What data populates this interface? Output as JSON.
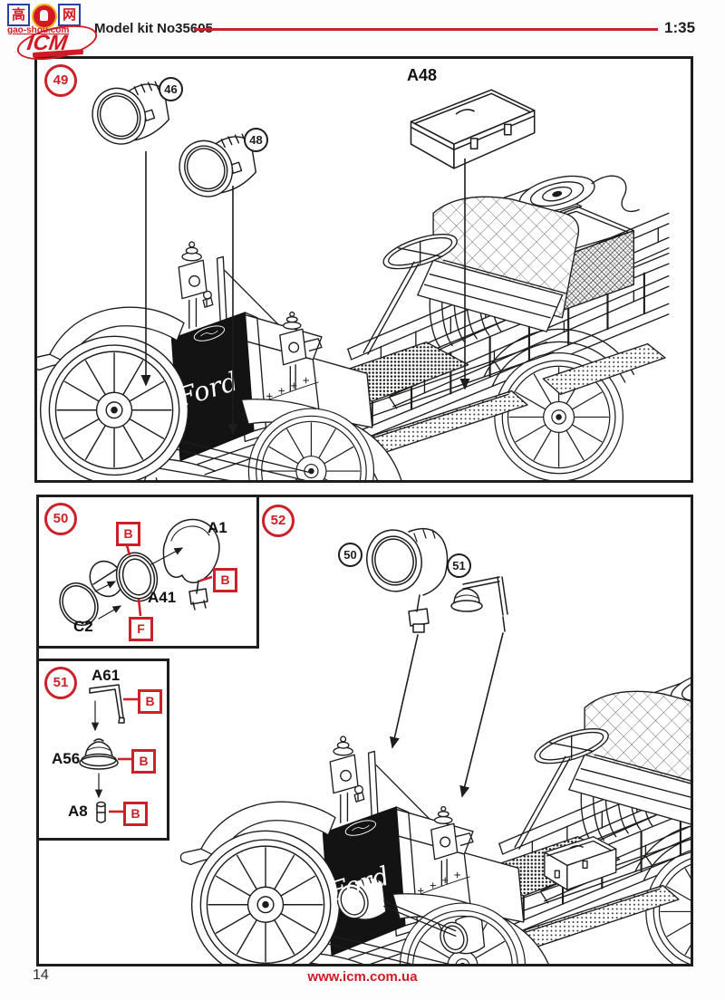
{
  "header": {
    "kit": "Model kit No35605",
    "scale": "1:35"
  },
  "watermark": {
    "char1": "高",
    "char2": "网",
    "site": "gao-shou.com",
    "brand": "ICM"
  },
  "s49": {
    "num": "49",
    "p46": "46",
    "p48": "48",
    "pA48": "A48"
  },
  "s50": {
    "num": "50",
    "a1": "A1",
    "a41": "A41",
    "c2": "C2",
    "m1": "B",
    "m2": "B",
    "m3": "F"
  },
  "s51": {
    "num": "51",
    "a61": "A61",
    "a56": "A56",
    "a8": "A8",
    "m1": "B",
    "m2": "B",
    "m3": "B"
  },
  "s52": {
    "num": "52",
    "c50": "50",
    "c51": "51"
  },
  "truck": {
    "brand": "Ford"
  },
  "footer": {
    "page": "14",
    "url": "www.icm.com.ua"
  },
  "colors": {
    "accent": "#cc2128",
    "ink": "#1d1d1b"
  }
}
